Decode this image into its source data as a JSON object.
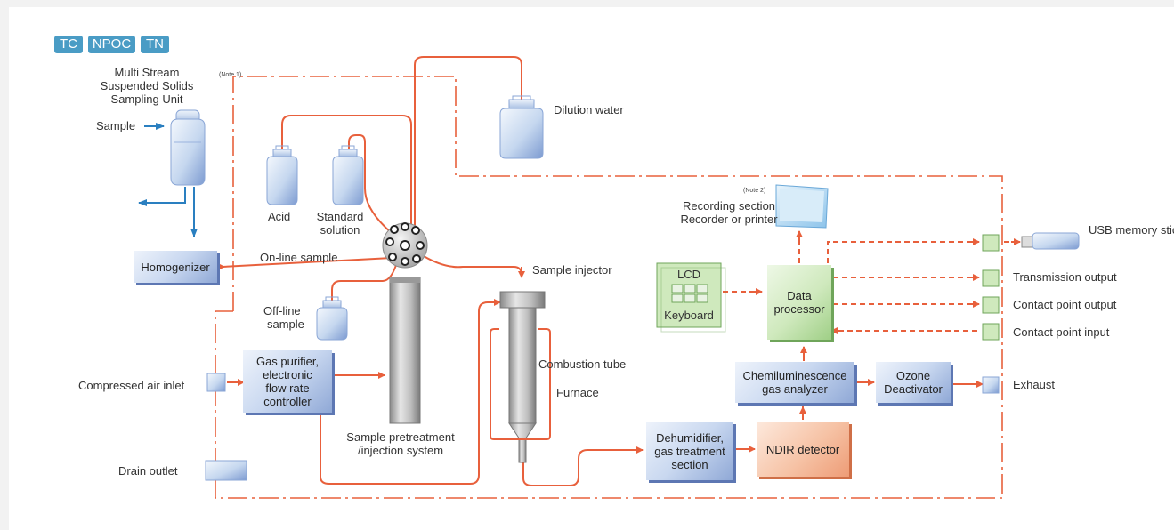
{
  "tags": [
    "TC",
    "NPOC",
    "TN"
  ],
  "notes": {
    "note1": "(Note 1)",
    "note2": "(Note 2)"
  },
  "labels": {
    "multi_stream_1": "Multi Stream",
    "multi_stream_2": "Suspended Solids",
    "multi_stream_3": "Sampling Unit",
    "sample": "Sample",
    "acid": "Acid",
    "standard_1": "Standard",
    "standard_2": "solution",
    "dilution_water": "Dilution water",
    "online_sample": "On-line sample",
    "offline_1": "Off-line",
    "offline_2": "sample",
    "compressed_air": "Compressed air inlet",
    "drain_outlet": "Drain outlet",
    "pretreat_1": "Sample pretreatment",
    "pretreat_2": "/injection system",
    "sample_injector": "Sample injector",
    "combustion_tube": "Combustion tube",
    "furnace": "Furnace",
    "recording_1": "Recording section",
    "recording_2": "Recorder or printer",
    "lcd": "LCD",
    "keyboard": "Keyboard",
    "usb": "USB memory stick",
    "transmission": "Transmission output",
    "contact_out": "Contact point output",
    "contact_in": "Contact point input",
    "exhaust": "Exhaust"
  },
  "boxes": {
    "homogenizer": "Homogenizer",
    "gas_purifier": "Gas purifier,\nelectronic\nflow rate\ncontroller",
    "data_processor": "Data\nprocessor",
    "chemi": "Chemiluminescence\ngas analyzer",
    "ozone": "Ozone\nDeactivator",
    "dehumidifier": "Dehumidifier,\ngas treatment\nsection",
    "ndir": "NDIR detector"
  },
  "colors": {
    "line": "#e8603c",
    "arrow_blue": "#2a7fc0",
    "tag": "#4a9cc5",
    "box_blue": "#b9cbec",
    "box_green": "#cfe9bd",
    "box_orange": "#f6c3a6"
  }
}
